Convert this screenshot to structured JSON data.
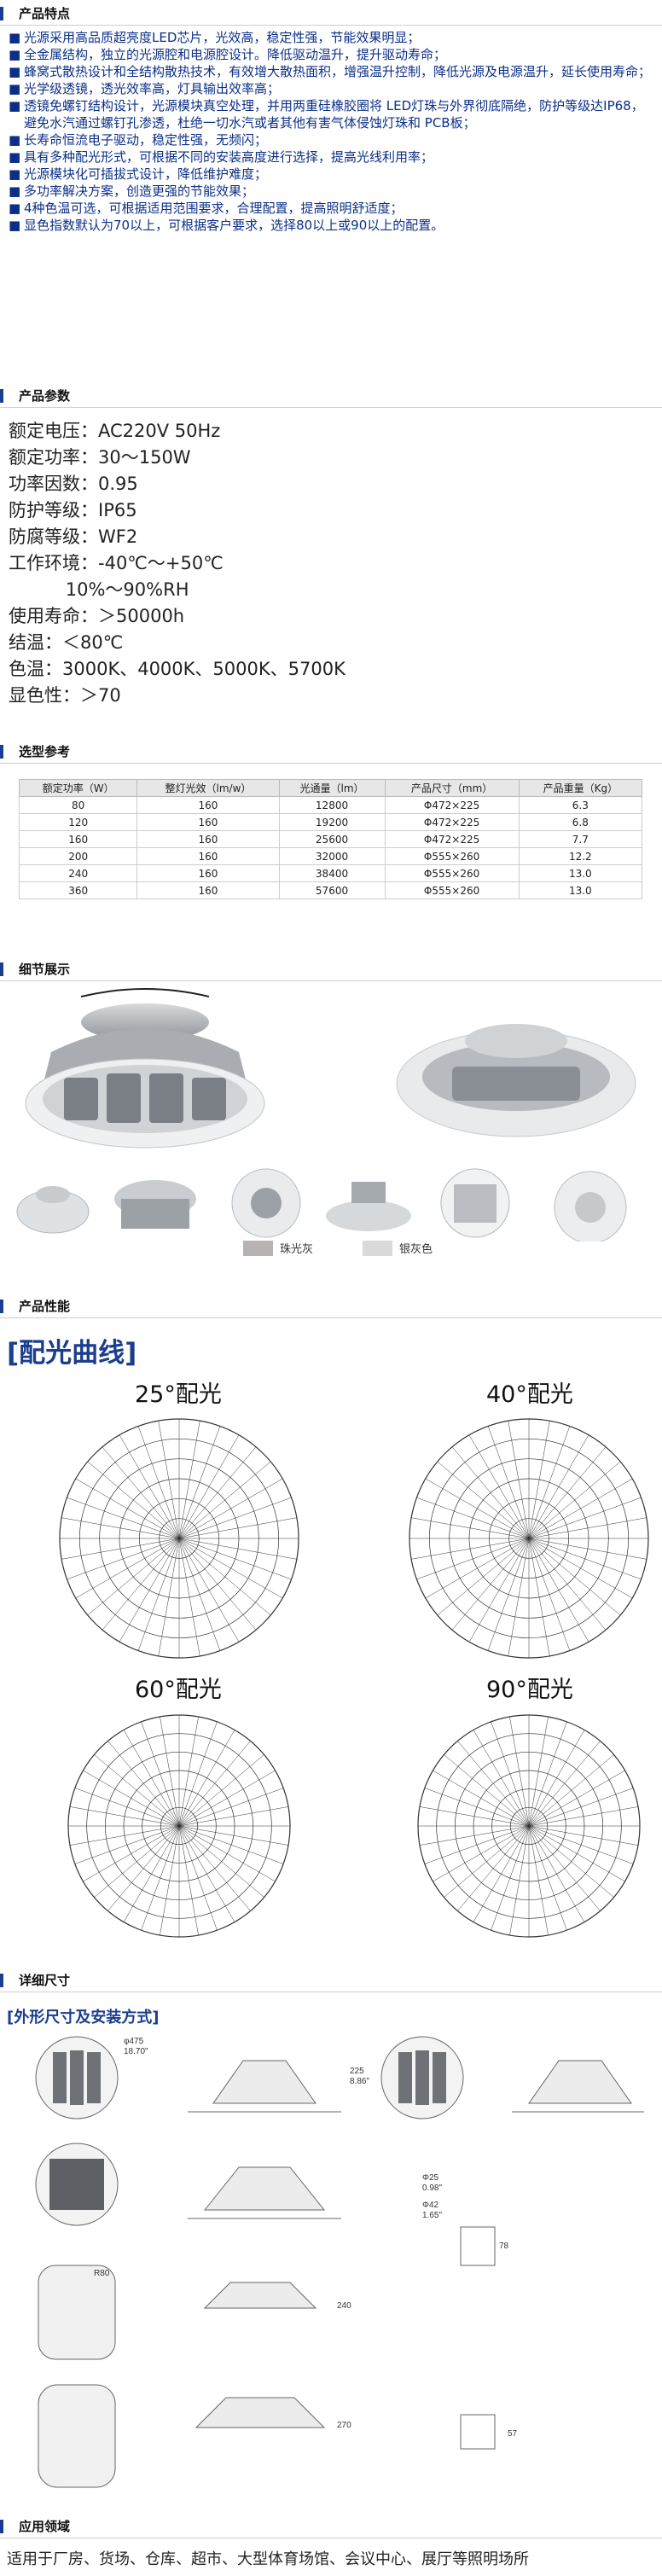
{
  "sections": {
    "features_title": "产品特点",
    "params_title": "产品参数",
    "selection_title": "选型参考",
    "details_title": "细节展示",
    "performance_title": "产品性能",
    "dimensions_title": "详细尺寸",
    "applications_title": "应用领域"
  },
  "features": [
    "光源采用高品质超亮度LED芯片，光效高，稳定性强，节能效果明显；",
    "全金属结构，独立的光源腔和电源腔设计。降低驱动温升，提升驱动寿命；",
    "蜂窝式散热设计和全结构散热技术，有效增大散热面积，增强温升控制，降低光源及电源温升，延长使用寿命；",
    "光学级透镜，透光效率高，灯具输出效率高；",
    "透镜免螺钉结构设计，光源模块真空处理，并用两重硅橡胶圈将 LED灯珠与外界彻底隔绝，防护等级达IP68，避免水汽通过螺钉孔渗透，杜绝一切水汽或者其他有害气体侵蚀灯珠和 PCB板；",
    "长寿命恒流电子驱动，稳定性强，无频闪；",
    "具有多种配光形式，可根据不同的安装高度进行选择，提高光线利用率；",
    "光源模块化可插拔式设计，降低维护难度；",
    "多功率解决方案，创造更强的节能效果；",
    "4种色温可选，可根据适用范围要求，合理配置，提高照明舒适度；",
    "显色指数默认为70以上，可根据客户要求，选择80以上或90以上的配置。"
  ],
  "params": [
    "额定电压：AC220V 50Hz",
    "额定功率：30～150W",
    "功率因数：0.95",
    "防护等级：IP65",
    "防腐等级：WF2",
    "工作环境：-40℃～+50℃",
    "          10%～90%RH",
    "使用寿命：＞50000h",
    "结温：＜80℃",
    "色温：3000K、4000K、5000K、5700K",
    "显色性：＞70"
  ],
  "table": {
    "headers": [
      "额定功率（W）",
      "整灯光效（lm/w）",
      "光通量（lm）",
      "产品尺寸（mm）",
      "产品重量（Kg）"
    ],
    "rows": [
      [
        "80",
        "160",
        "12800",
        "Φ472×225",
        "6.3"
      ],
      [
        "120",
        "160",
        "19200",
        "Φ472×225",
        "6.8"
      ],
      [
        "160",
        "160",
        "25600",
        "Φ472×225",
        "7.7"
      ],
      [
        "200",
        "160",
        "32000",
        "Φ555×260",
        "12.2"
      ],
      [
        "240",
        "160",
        "38400",
        "Φ555×260",
        "13.0"
      ],
      [
        "360",
        "160",
        "57600",
        "Φ555×260",
        "13.0"
      ]
    ]
  },
  "legend": {
    "pearl_gray": "珠光灰",
    "silver_gray": "银灰色",
    "pearl_color": "#b8b2b2",
    "silver_color": "#d9d9d9"
  },
  "distribution": {
    "title": "[配光曲线]",
    "charts": [
      {
        "label": "25°配光"
      },
      {
        "label": "40°配光"
      },
      {
        "label": "60°配光"
      },
      {
        "label": "90°配光"
      }
    ]
  },
  "dimensions": {
    "title": "[外形尺寸及安装方式]",
    "phi475": "φ475",
    "phi475_in": "18.70\"",
    "d225": "225",
    "d225_in": "8.86\"",
    "phi25": "Φ25",
    "phi25_in": "0.98\"",
    "phi42": "Φ42",
    "phi42_in": "1.65\"",
    "d78": "78",
    "r80": "R80",
    "d240": "240",
    "d270": "270",
    "d57": "57"
  },
  "applications": "适用于厂房、货场、仓库、超市、大型体育场馆、会议中心、展厅等照明场所",
  "colors": {
    "accent": "#1a3d8f",
    "feature_text": "#0b2f87"
  }
}
